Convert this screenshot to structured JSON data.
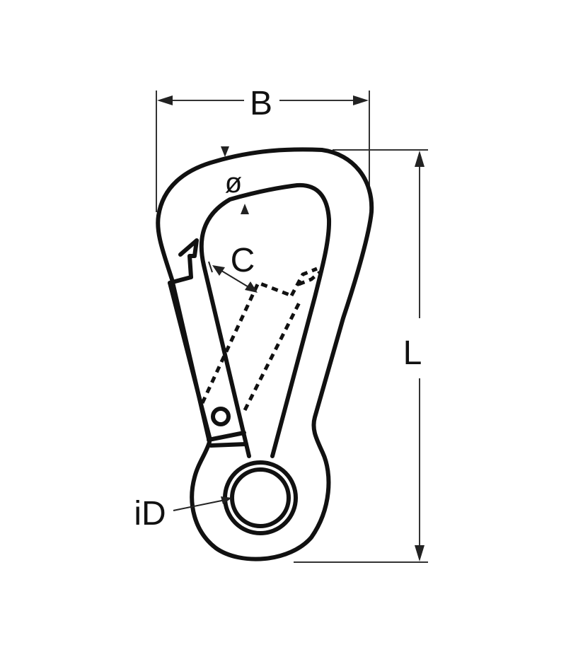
{
  "diagram": {
    "type": "technical-drawing",
    "subject": "snap hook carabiner with eyelet",
    "line_color": "#111111",
    "background": "#ffffff"
  },
  "dimensions": {
    "width_label": "B",
    "length_label": "L",
    "wire_diameter_label": "ø",
    "opening_label": "C",
    "inner_diameter_label": "iD"
  }
}
